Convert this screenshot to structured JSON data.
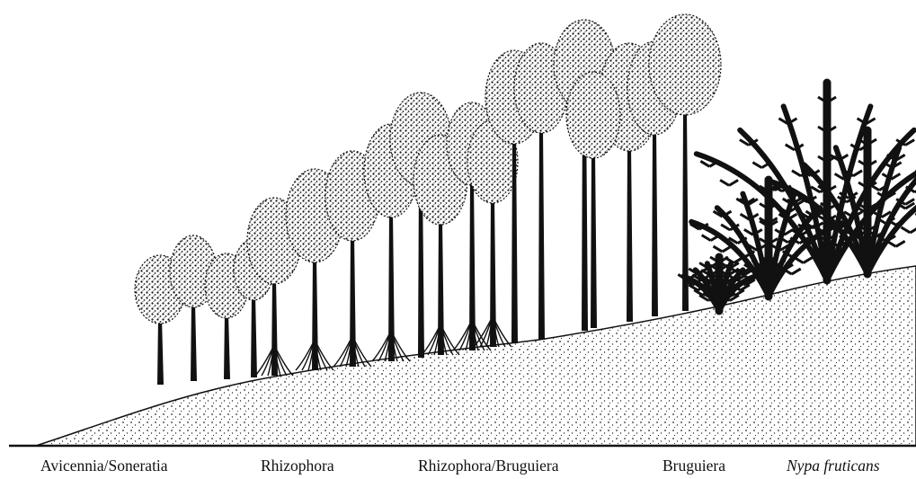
{
  "figure": {
    "zones": [
      {
        "label": "Avicennia/Soneratia",
        "italic": false
      },
      {
        "label": "Rhizophora",
        "italic": false
      },
      {
        "label": "Rhizophora/Bruguiera",
        "italic": false
      },
      {
        "label": "Bruguiera",
        "italic": false
      },
      {
        "label": "Nypa fruticans",
        "italic": true
      }
    ],
    "colors": {
      "ink": "#111111",
      "paper": "#ffffff",
      "ground_stipple": "#2a2a2a"
    }
  }
}
